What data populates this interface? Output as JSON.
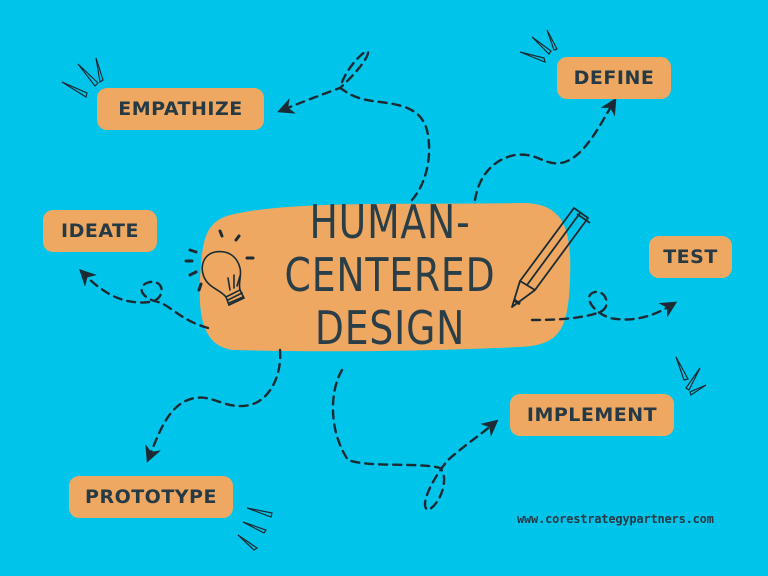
{
  "colors": {
    "background": "#00c4ea",
    "box_fill": "#eea862",
    "ink": "#253a45"
  },
  "center": {
    "line1": "HUMAN-",
    "line2": "CENTERED",
    "line3": "DESIGN",
    "icons": [
      "lightbulb-icon",
      "pencil-icon"
    ]
  },
  "stages": [
    {
      "id": "empathize",
      "label": "EMPATHIZE"
    },
    {
      "id": "define",
      "label": "DEFINE"
    },
    {
      "id": "ideate",
      "label": "IDEATE"
    },
    {
      "id": "test",
      "label": "TEST"
    },
    {
      "id": "implement",
      "label": "IMPLEMENT"
    },
    {
      "id": "prototype",
      "label": "PROTOTYPE"
    }
  ],
  "footer": {
    "website": "www.corestrategypartners.com"
  }
}
